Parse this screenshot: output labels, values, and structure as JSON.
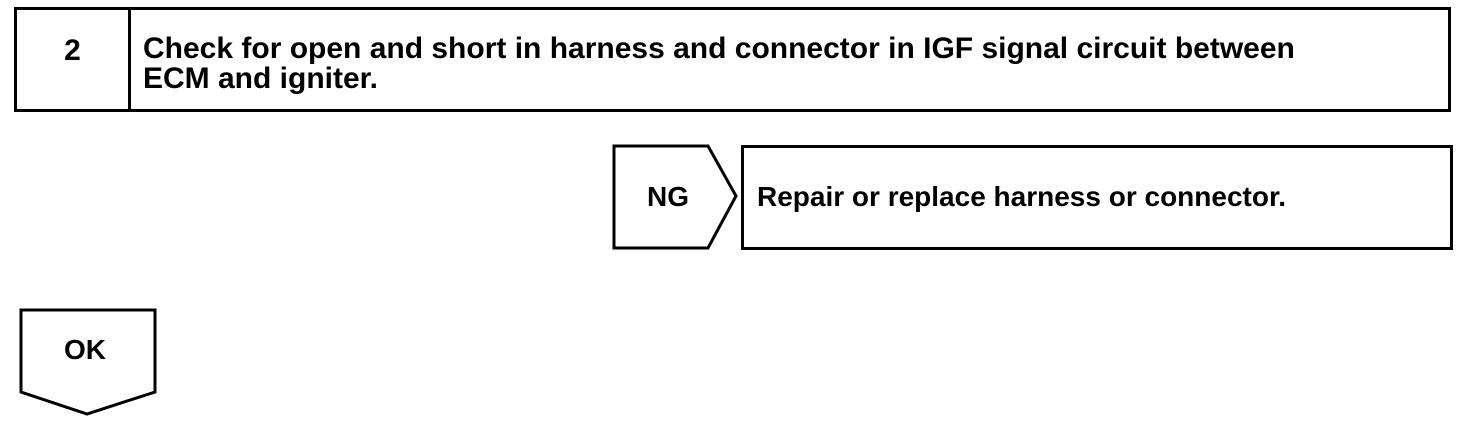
{
  "step": {
    "number": "2",
    "text": "Check for open and short in harness and connector in IGF signal circuit between\nECM and igniter."
  },
  "ng_branch": {
    "label": "NG",
    "action": "Repair or replace harness or connector."
  },
  "ok_branch": {
    "label": "OK"
  }
}
